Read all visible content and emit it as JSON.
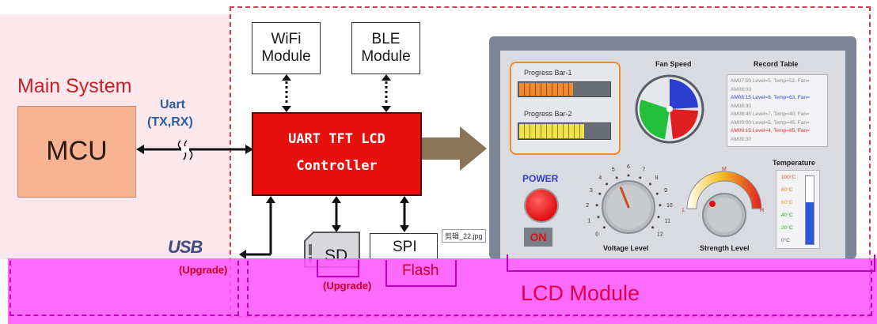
{
  "main_system": {
    "title": "Main System",
    "mcu_label": "MCU"
  },
  "uart_link": {
    "label": "Uart",
    "sublabel": "(TX,RX)"
  },
  "usb": {
    "logo_text": "USB",
    "caption": "(Upgrade)"
  },
  "controller": {
    "line1": "UART TFT LCD",
    "line2": "Controller"
  },
  "wifi_module": {
    "line1": "WiFi",
    "line2": "Module"
  },
  "ble_module": {
    "line1": "BLE",
    "line2": "Module"
  },
  "sd_card": {
    "label": "SD",
    "caption": "(Upgrade)"
  },
  "spi_flash": {
    "line1": "SPI",
    "line2": "Flash"
  },
  "lcd_module": {
    "label": "LCD Module"
  },
  "file_tag": "剪辑_22.jpg",
  "screen": {
    "progress1": {
      "label": "Progress Bar-1",
      "value": 0.6,
      "color": "#f08a2a"
    },
    "progress2": {
      "label": "Progress Bar-2",
      "value": 0.72,
      "color": "#f2e24a"
    },
    "fan_speed_label": "Fan Speed",
    "record_table": {
      "title": "Record Table",
      "rows": [
        {
          "text": "AM07:50 Level=5, Temp=52, Fan=",
          "color": "#8a8a8a"
        },
        {
          "text": "AM08:00",
          "color": "#8a8a8a"
        },
        {
          "text": "AM08:15 Level=8, Temp=63, Fan=",
          "color": "#3a4ad0"
        },
        {
          "text": "AM08:30",
          "color": "#8a8a8a"
        },
        {
          "text": "AM08:45 Level=7, Temp=40, Fan=",
          "color": "#8a8a8a"
        },
        {
          "text": "AM09:00 Level=5, Temp=45, Fan=",
          "color": "#8a8a8a"
        },
        {
          "text": "AM09:15 Level=4, Temp=85, Fan=",
          "color": "#e03030"
        },
        {
          "text": "AM09:30",
          "color": "#8a8a8a"
        }
      ]
    },
    "power": {
      "label": "POWER",
      "state": "ON"
    },
    "voltage": {
      "label": "Voltage Level",
      "ticks": [
        "0",
        "1",
        "2",
        "3",
        "4",
        "5",
        "6",
        "7",
        "8",
        "9",
        "10",
        "11",
        "12"
      ],
      "value": 5
    },
    "strength": {
      "label": "Strength Level",
      "scale_min": "L",
      "scale_mid": "M",
      "scale_max": "H"
    },
    "temperature": {
      "title": "Temperature",
      "ticks": [
        "100°C",
        "80°C",
        "60°C",
        "40°C",
        "20°C",
        "0°C"
      ],
      "value": 0.62
    }
  },
  "colors": {
    "controller_red": "#e8100e",
    "mcu_salmon": "#f8b492",
    "title_red": "#c8202a",
    "uart_blue": "#2f5c9e",
    "magenta_overlay": "#ff44ff",
    "dashed_border": "#d0424a",
    "lcd_bezel": "#7d8594",
    "screen_bg": "#d9dbe0",
    "big_arrow": "#8a7558"
  }
}
